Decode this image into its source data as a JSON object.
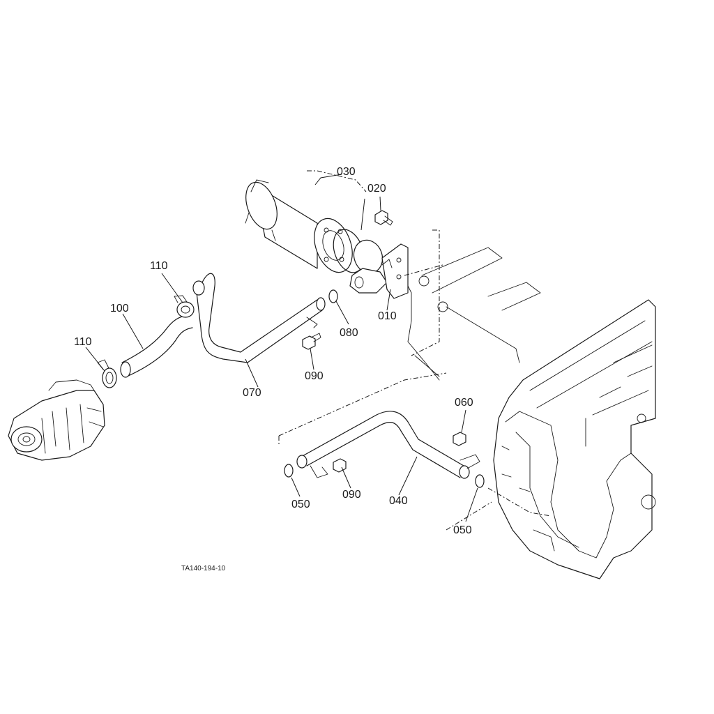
{
  "drawing_id": "TA140-194-10",
  "callouts": {
    "p010": "010",
    "p020": "020",
    "p030": "030",
    "p040": "040",
    "p050a": "050",
    "p050b": "050",
    "p060": "060",
    "p070": "070",
    "p080": "080",
    "p090a": "090",
    "p090b": "090",
    "p100": "100",
    "p110a": "110",
    "p110b": "110"
  }
}
